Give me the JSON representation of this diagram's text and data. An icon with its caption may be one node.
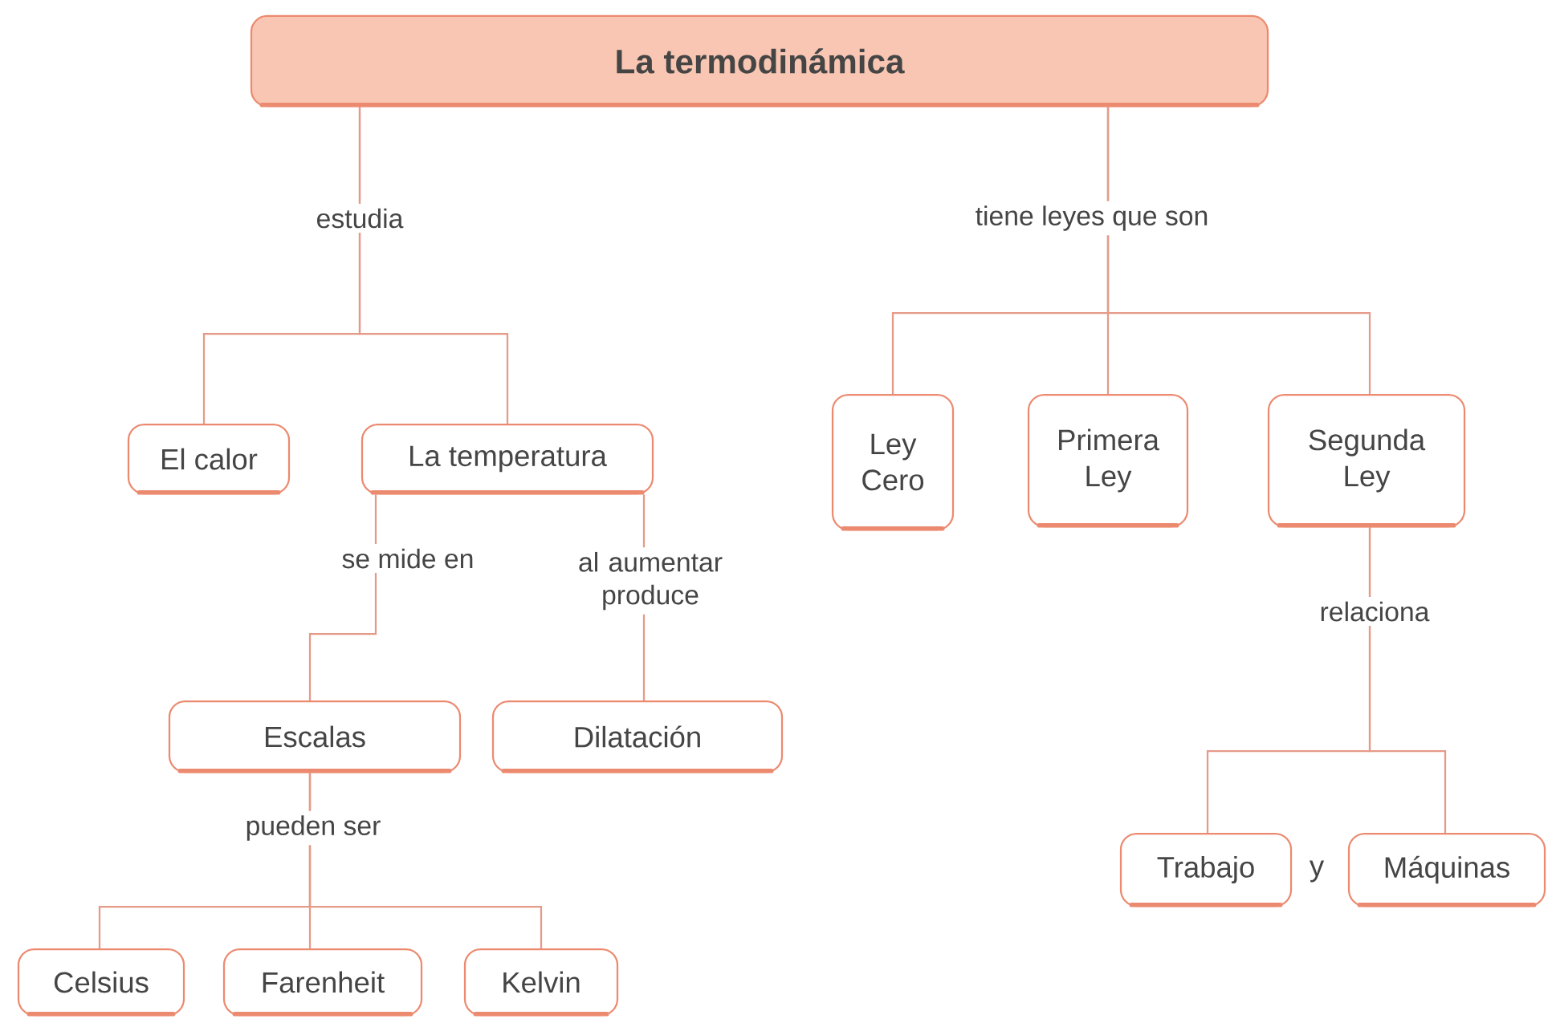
{
  "diagram": {
    "nodes": [
      {
        "text": [
          "La termodinámica"
        ]
      },
      {
        "text": [
          "El calor"
        ]
      },
      {
        "text": [
          "La temperatura"
        ]
      },
      {
        "text": [
          "Ley Cero"
        ]
      },
      {
        "text": [
          "Primera Ley"
        ]
      },
      {
        "text": [
          "Segunda Ley"
        ]
      },
      {
        "text": [
          "Escalas"
        ]
      },
      {
        "text": [
          "Dilatación"
        ]
      },
      {
        "text": [
          "Trabajo"
        ]
      },
      {
        "text": [
          "Máquinas"
        ]
      },
      {
        "text": [
          "Celsius"
        ]
      },
      {
        "text": [
          "Farenheit"
        ]
      },
      {
        "text": [
          "Kelvin"
        ]
      }
    ],
    "edges": [
      {
        "from": 0,
        "to": 1,
        "arrow": "none",
        "label": "estudia"
      },
      {
        "from": 0,
        "to": 2,
        "arrow": "none"
      },
      {
        "from": 0,
        "to": 3,
        "arrow": "none",
        "label": "tiene leyes que son"
      },
      {
        "from": 0,
        "to": 4,
        "arrow": "none"
      },
      {
        "from": 0,
        "to": 5,
        "arrow": "none"
      },
      {
        "from": 2,
        "to": 6,
        "arrow": "none",
        "label": "se mide en"
      },
      {
        "from": 2,
        "to": 7,
        "arrow": "none",
        "label": "al aumentar produce"
      },
      {
        "from": 5,
        "to": 8,
        "arrow": "none",
        "label": "relaciona"
      },
      {
        "from": 5,
        "to": 9,
        "arrow": "none"
      },
      {
        "from": 6,
        "to": 10,
        "arrow": "none",
        "label": "pueden ser"
      },
      {
        "from": 6,
        "to": 11,
        "arrow": "none"
      },
      {
        "from": 6,
        "to": 12,
        "arrow": "none"
      }
    ],
    "labels": [
      "y"
    ]
  }
}
